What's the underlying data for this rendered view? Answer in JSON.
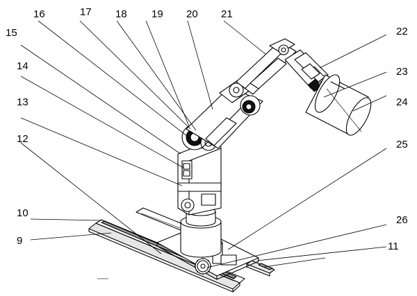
{
  "figure": {
    "callouts": [
      {
        "id": "c9",
        "text": "9"
      },
      {
        "id": "c10",
        "text": "10"
      },
      {
        "id": "c11",
        "text": "11"
      },
      {
        "id": "c12",
        "text": "12"
      },
      {
        "id": "c13",
        "text": "13"
      },
      {
        "id": "c14",
        "text": "14"
      },
      {
        "id": "c15",
        "text": "15"
      },
      {
        "id": "c16",
        "text": "16"
      },
      {
        "id": "c17",
        "text": "17"
      },
      {
        "id": "c18",
        "text": "18"
      },
      {
        "id": "c19",
        "text": "19"
      },
      {
        "id": "c20",
        "text": "20"
      },
      {
        "id": "c21",
        "text": "21"
      },
      {
        "id": "c22",
        "text": "22"
      },
      {
        "id": "c23",
        "text": "23"
      },
      {
        "id": "c24",
        "text": "24"
      },
      {
        "id": "c25",
        "text": "25"
      },
      {
        "id": "c26",
        "text": "26"
      }
    ]
  }
}
